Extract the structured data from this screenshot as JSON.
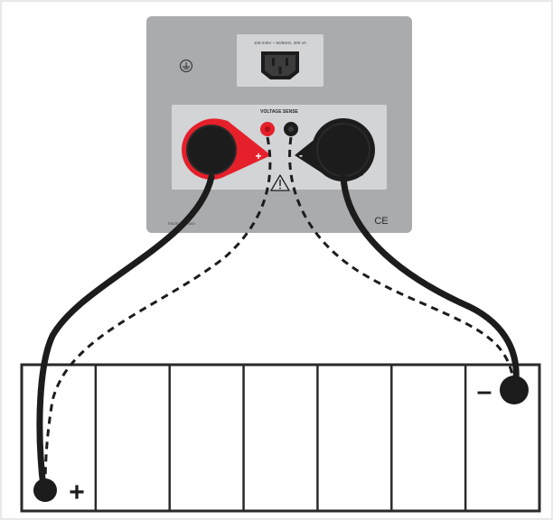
{
  "panel": {
    "mains_rating": "100-240V ~ 50/60Hz, 200 VA",
    "voltage_sense_label": "VOLTAGE SENSE",
    "ce_mark": "CE",
    "maker_label": "Made in Britain"
  },
  "terminals": {
    "positive_symbol": "+",
    "negative_symbol": "-"
  },
  "battery": {
    "cell_count": 7,
    "positive_symbol": "+",
    "negative_symbol": "–"
  },
  "colors": {
    "panel": "#a9abad",
    "inset": "#d2d4d6",
    "positive": "#e5202a",
    "cable": "#1c1c1c",
    "battery_outline": "#2a2a2a"
  },
  "icons": {
    "ground": "protective-earth-icon",
    "warning": "warning-triangle-icon",
    "inlet": "iec-power-inlet-icon"
  }
}
